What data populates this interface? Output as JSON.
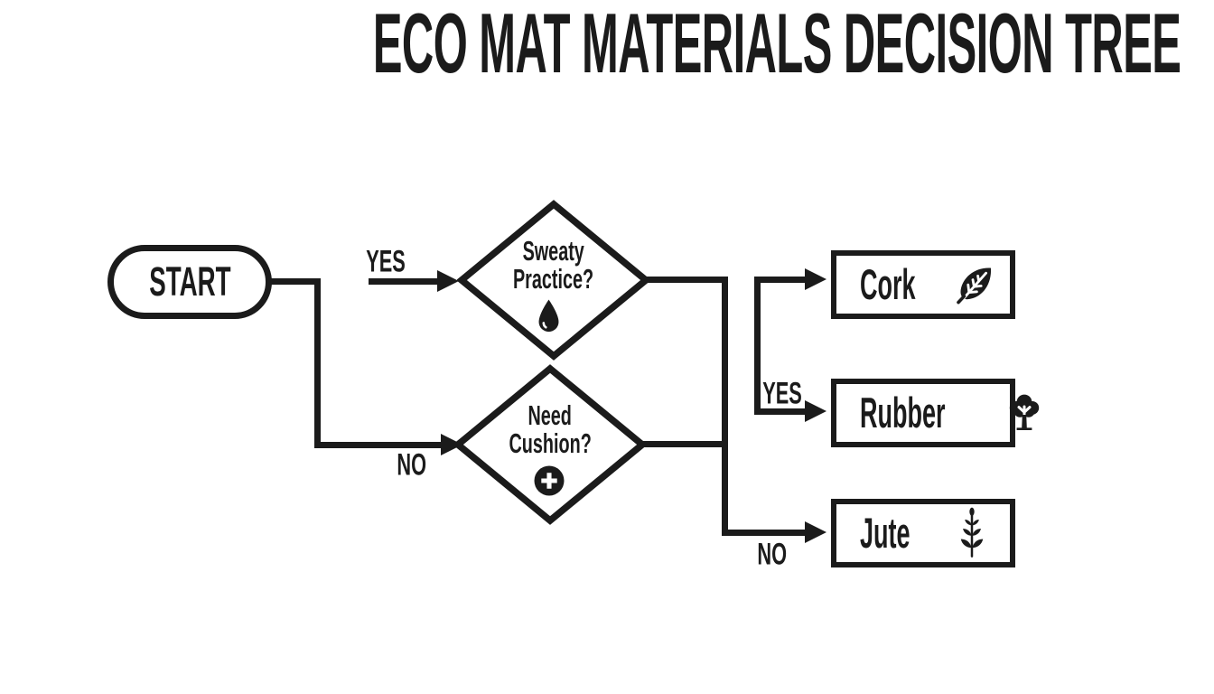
{
  "title": "ECO MAT MATERIALS DECISION TREE",
  "colors": {
    "ink": "#1b1b1b",
    "background": "#ffffff"
  },
  "nodes": {
    "start": {
      "type": "start",
      "label": "START"
    },
    "q1": {
      "type": "decision",
      "line1": "Sweaty",
      "line2": "Practice?",
      "icon": "water-drop-icon"
    },
    "q2": {
      "type": "decision",
      "line1": "Need",
      "line2": "Cushion?",
      "icon": "plus-circle-icon"
    },
    "cork": {
      "type": "result",
      "label": "Cork",
      "icon": "leaf-icon"
    },
    "rubber": {
      "type": "result",
      "label": "Rubber",
      "icon": "tree-icon"
    },
    "jute": {
      "type": "result",
      "label": "Jute",
      "icon": "plant-icon"
    }
  },
  "edge_labels": {
    "start_yes": "YES",
    "start_no": "NO",
    "branch_yes": "YES",
    "branch_no": "NO"
  }
}
